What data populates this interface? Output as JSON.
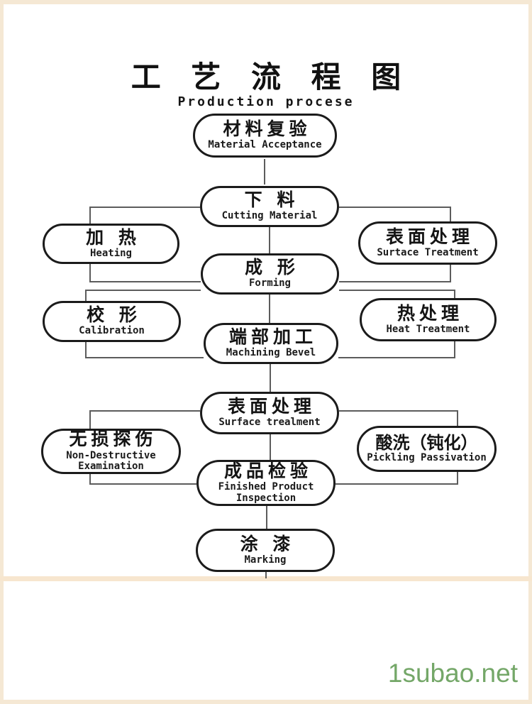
{
  "page": {
    "title_zh": "工 艺 流 程 图",
    "title_en": "Production procese"
  },
  "nodes": {
    "material_acceptance": {
      "zh": "材料复验",
      "en": "Material Acceptance"
    },
    "cutting_material": {
      "zh": "下 料",
      "en": "Cutting Material"
    },
    "heating": {
      "zh": "加 热",
      "en": "Heating"
    },
    "surface_treatment_top": {
      "zh": "表面处理",
      "en": "Surtace Treatment"
    },
    "forming": {
      "zh": "成 形",
      "en": "Forming"
    },
    "calibration": {
      "zh": "校 形",
      "en": "Calibration"
    },
    "heat_treatment": {
      "zh": "热处理",
      "en": "Heat Treatment"
    },
    "machining_bevel": {
      "zh": "端部加工",
      "en": "Machining Bevel"
    },
    "surface_treatment_mid": {
      "zh": "表面处理",
      "en": "Surface trealment"
    },
    "ndt": {
      "zh": "无损探伤",
      "en": "Non-Destructive Examination"
    },
    "pickling": {
      "zh": "酸洗（钝化）",
      "en": "Pickling Passivation"
    },
    "finished_product": {
      "zh": "成品检验",
      "en": "Finished Product Inspection"
    },
    "marking": {
      "zh": "涂 漆",
      "en": "Marking"
    }
  },
  "edges": [
    {
      "from": "material_acceptance",
      "to": "cutting_material"
    },
    {
      "from": "cutting_material",
      "to": "heating"
    },
    {
      "from": "cutting_material",
      "to": "surface_treatment_top"
    },
    {
      "from": "cutting_material",
      "to": "forming"
    },
    {
      "from": "heating",
      "to": "forming"
    },
    {
      "from": "surface_treatment_top",
      "to": "forming"
    },
    {
      "from": "forming",
      "to": "calibration"
    },
    {
      "from": "forming",
      "to": "heat_treatment"
    },
    {
      "from": "forming",
      "to": "machining_bevel"
    },
    {
      "from": "calibration",
      "to": "machining_bevel"
    },
    {
      "from": "heat_treatment",
      "to": "machining_bevel"
    },
    {
      "from": "machining_bevel",
      "to": "surface_treatment_mid"
    },
    {
      "from": "surface_treatment_mid",
      "to": "ndt"
    },
    {
      "from": "surface_treatment_mid",
      "to": "pickling"
    },
    {
      "from": "surface_treatment_mid",
      "to": "finished_product"
    },
    {
      "from": "ndt",
      "to": "finished_product"
    },
    {
      "from": "pickling",
      "to": "finished_product"
    },
    {
      "from": "finished_product",
      "to": "marking"
    }
  ],
  "watermark": {
    "text": "1subao.net",
    "color": "#74a768"
  },
  "colors": {
    "node_border": "#1b1b1b",
    "connector": "#5c5c5c",
    "frame": "#f5e8d4",
    "background": "#ffffff"
  }
}
